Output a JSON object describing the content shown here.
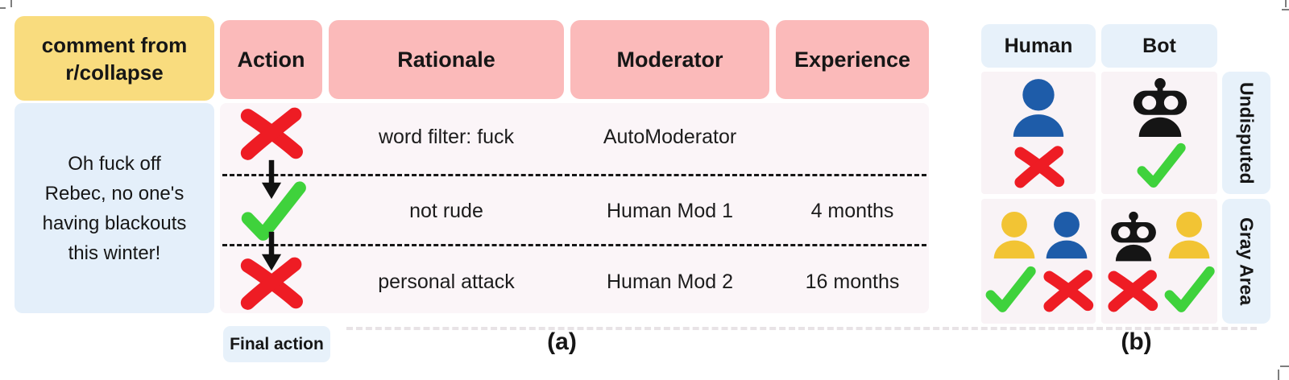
{
  "panel_a": {
    "caption": "(a)",
    "comment_header": "comment from r/collapse",
    "comment_text_lines": [
      "Oh fuck off",
      "Rebec, no one's",
      "having blackouts",
      "this winter!"
    ],
    "comment_text_full": "Oh fuck off Rebec, no one's having blackouts this winter!",
    "columns": [
      "Action",
      "Rationale",
      "Moderator",
      "Experience"
    ],
    "rows": [
      {
        "action_icon": "red-cross",
        "rationale": "word filter: fuck",
        "moderator": "AutoModerator",
        "experience": ""
      },
      {
        "action_icon": "green-check",
        "rationale": "not rude",
        "moderator": "Human Mod 1",
        "experience": "4 months"
      },
      {
        "action_icon": "red-cross",
        "rationale": "personal attack",
        "moderator": "Human Mod 2",
        "experience": "16 months"
      }
    ],
    "connector_icon": "arrow-down",
    "final_action_label": "Final action"
  },
  "panel_b": {
    "caption": "(b)",
    "column_headers": [
      "Human",
      "Bot"
    ],
    "row_labels": [
      "Undisputed",
      "Gray Area"
    ],
    "cells": [
      {
        "row": "Undisputed",
        "col": "Human",
        "icons": [
          "blue-person"
        ],
        "verdicts": [
          "red-cross"
        ]
      },
      {
        "row": "Undisputed",
        "col": "Bot",
        "icons": [
          "robot"
        ],
        "verdicts": [
          "green-check"
        ]
      },
      {
        "row": "Gray Area",
        "col": "Human",
        "icons": [
          "yellow-person",
          "blue-person"
        ],
        "verdicts": [
          "green-check",
          "red-cross"
        ]
      },
      {
        "row": "Gray Area",
        "col": "Bot",
        "icons": [
          "robot",
          "yellow-person"
        ],
        "verdicts": [
          "red-cross",
          "green-check"
        ]
      }
    ]
  },
  "colors": {
    "header_yellow": "#F9DC7E",
    "header_pink": "#FBBABA",
    "comment_cell_blue": "#E4EFFA",
    "light_blue_accent": "#E7F1FA",
    "table_body_pink": "#FBF5F8",
    "panel_b_cell": "#F9F3F6",
    "cross_red": "#EE1C24",
    "check_green": "#3FD23C",
    "person_blue": "#1E5CA9",
    "person_yellow": "#F2C434",
    "robot_black": "#151515"
  }
}
